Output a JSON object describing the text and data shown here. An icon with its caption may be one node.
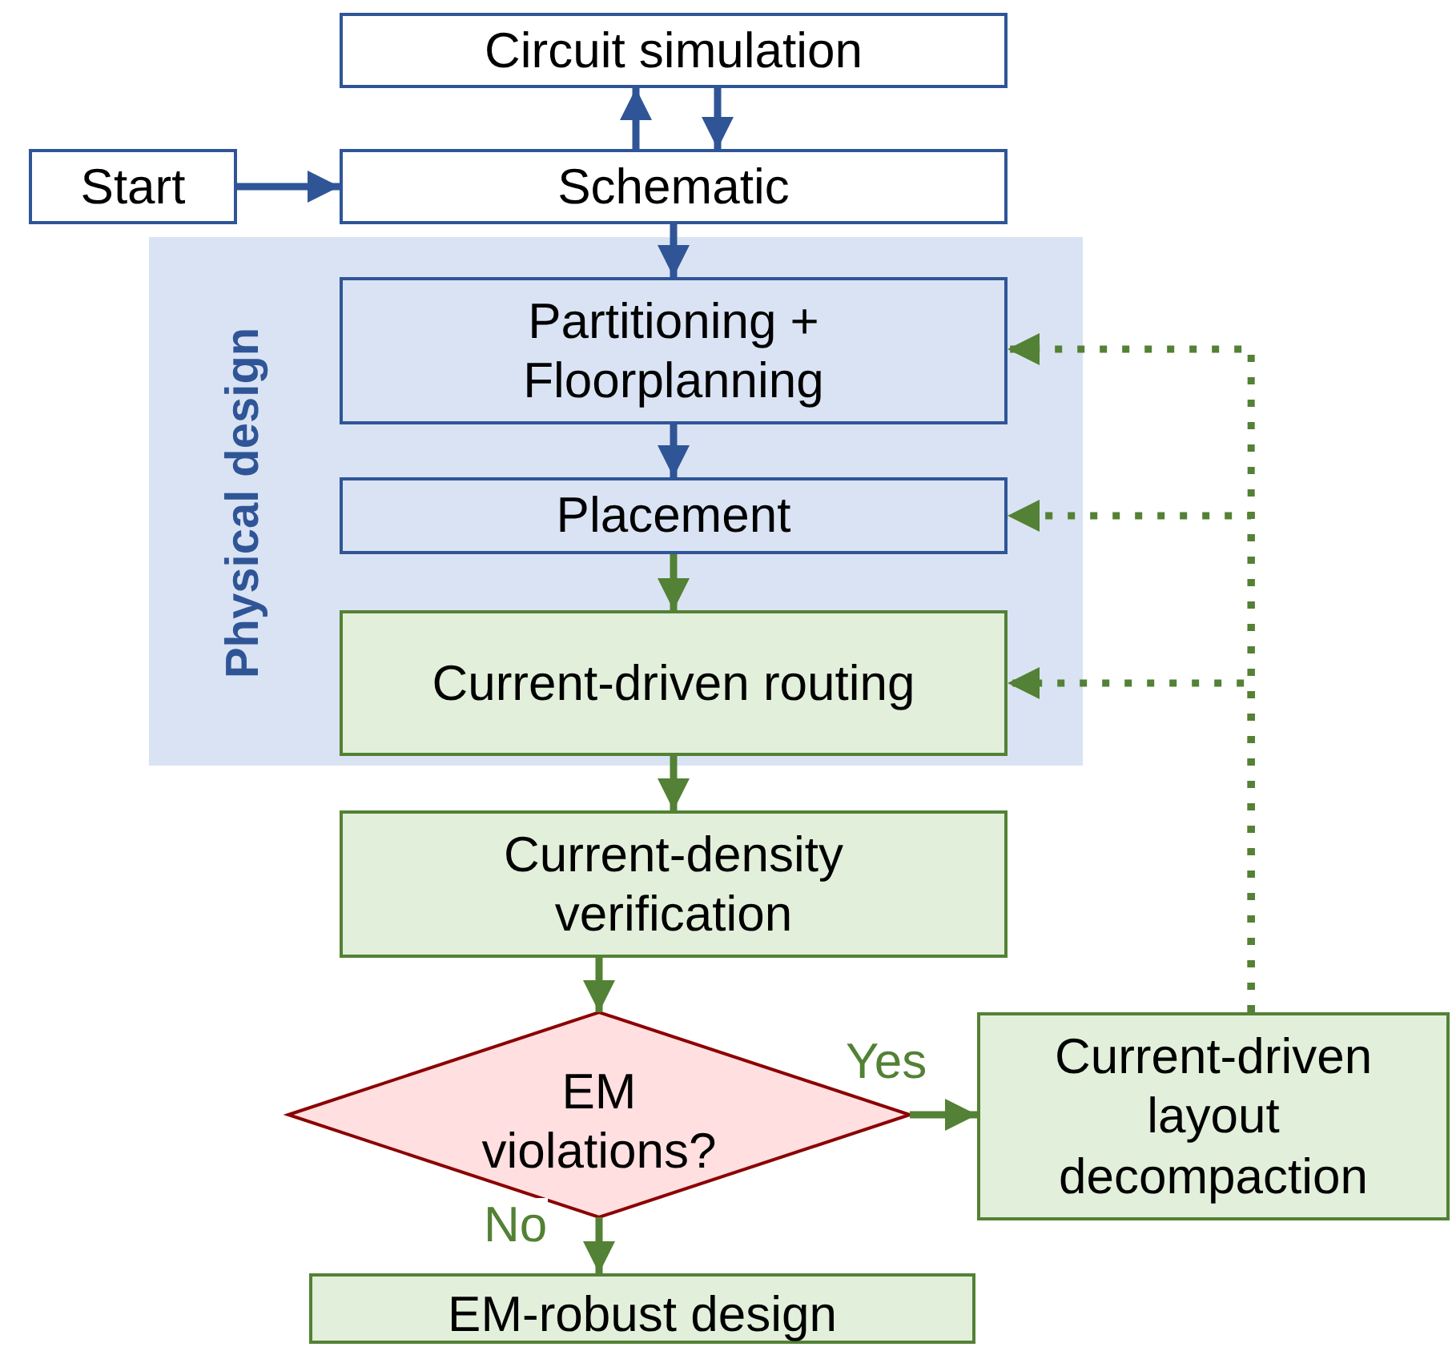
{
  "diagram": {
    "nodes": [
      {
        "text": [
          "Circuit simulation"
        ]
      },
      {
        "text": [
          "Start"
        ]
      },
      {
        "text": [
          "Schematic"
        ]
      },
      {
        "text": [
          "Physical design"
        ]
      },
      {
        "text": [
          "Partitioning + Floorplanning"
        ],
        "in": 3
      },
      {
        "text": [
          "Placement"
        ],
        "in": 3
      },
      {
        "text": [
          "Current-driven routing"
        ],
        "in": 3
      },
      {
        "text": [
          "Current-density verification"
        ]
      },
      {
        "text": [
          "EM violations?"
        ]
      },
      {
        "text": [
          "Current-driven layout decompaction"
        ]
      },
      {
        "text": [
          "EM-robust design"
        ]
      }
    ],
    "edges": [
      {
        "from": 2,
        "to": 0,
        "arrow": "to",
        "color": "#2f5597"
      },
      {
        "from": 0,
        "to": 2,
        "arrow": "to",
        "color": "#2f5597"
      },
      {
        "from": 1,
        "to": 2,
        "arrow": "to",
        "color": "#2f5597"
      },
      {
        "from": 2,
        "to": 4,
        "arrow": "to",
        "color": "#2f5597"
      },
      {
        "from": 4,
        "to": 5,
        "arrow": "to",
        "color": "#2f5597"
      },
      {
        "from": 5,
        "to": 6,
        "arrow": "to"
      },
      {
        "from": 6,
        "to": 7,
        "arrow": "to"
      },
      {
        "from": 7,
        "to": 8,
        "arrow": "to"
      },
      {
        "from": 8,
        "to": 9,
        "arrow": "to",
        "label": "Yes"
      },
      {
        "from": 8,
        "to": 10,
        "arrow": "to",
        "label": "No"
      },
      {
        "from": 9,
        "to": 4,
        "arrow": "to",
        "style": "dashed"
      },
      {
        "from": 9,
        "to": 5,
        "arrow": "to",
        "style": "dashed"
      },
      {
        "from": 9,
        "to": 6,
        "arrow": "to",
        "style": "dashed"
      }
    ]
  }
}
